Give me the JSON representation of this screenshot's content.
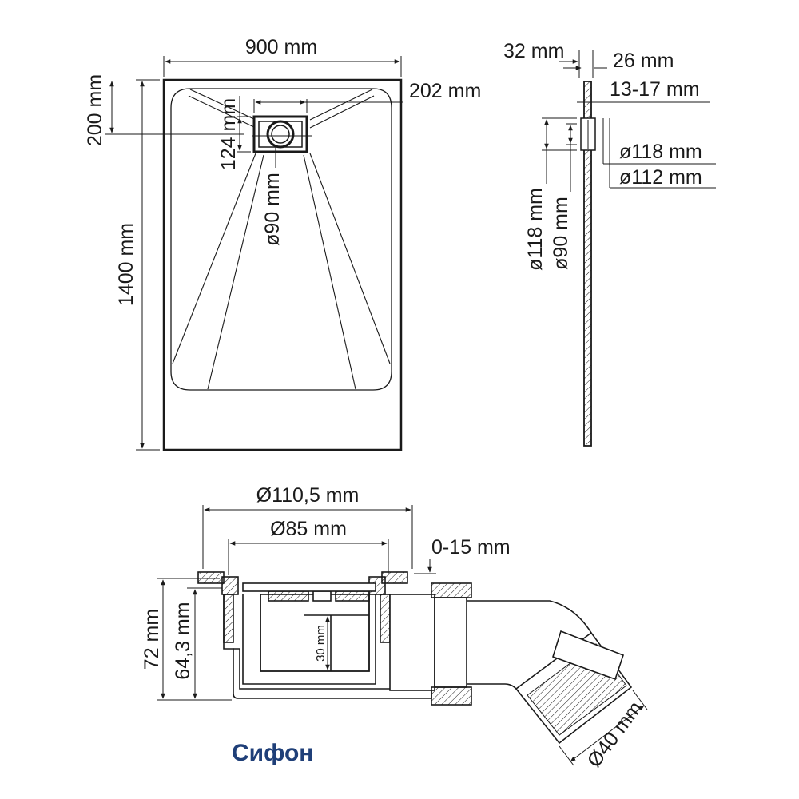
{
  "top_view": {
    "width_label": "900 mm",
    "length_label": "1400 mm",
    "drain_offset_label": "200 mm",
    "drain_width_label": "202 mm",
    "drain_height_label": "124 mm",
    "drain_diameter_label": "ø90 mm"
  },
  "side_view": {
    "thickness_label": "32 mm",
    "edge_label": "26 mm",
    "depth_label": "13-17 mm",
    "outer_diameter_label": "ø118 mm",
    "inner_diameter_label": "ø112 mm",
    "hole_outer_label": "ø118 mm",
    "hole_inner_label": "ø90 mm"
  },
  "siphon": {
    "caption": "Сифон",
    "flange_diameter_label": "Ø110,5 mm",
    "inner_diameter_label": "Ø85 mm",
    "adjust_label": "0-15 mm",
    "height_total_label": "72 mm",
    "height_body_label": "64,3 mm",
    "water_seal_label": "30 mm",
    "outlet_diameter_label": "Ø40 mm"
  },
  "colors": {
    "line": "#1a1a1a",
    "caption": "#1f3f78"
  }
}
